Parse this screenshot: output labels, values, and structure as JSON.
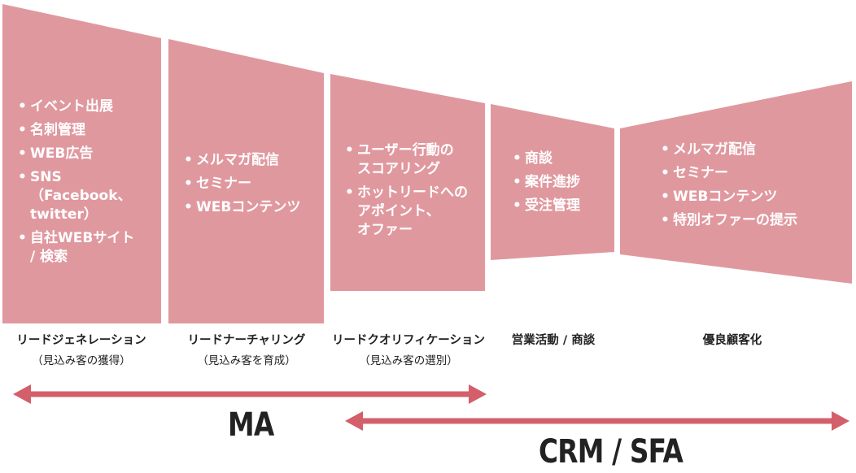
{
  "colors": {
    "funnel": "#e0989f",
    "arrow": "#d35f6a",
    "item_text": "#ffffff",
    "label_text": "#222222"
  },
  "stages": [
    {
      "label": "リードジェネレーション",
      "sub": "（見込み客の獲得）",
      "items": [
        "イベント出展",
        "名刺管理",
        "WEB広告",
        "SNS\n（Facebook、\ntwitter）",
        "自社WEBサイト\n/ 検索"
      ]
    },
    {
      "label": "リードナーチャリング",
      "sub": "（見込み客を育成）",
      "items": [
        "メルマガ配信",
        "セミナー",
        "WEBコンテンツ"
      ]
    },
    {
      "label": "リードクオリフィケーション",
      "sub": "（見込み客の選別）",
      "items": [
        "ユーザー行動の\nスコアリング",
        "ホットリードへの\nアポイント、\nオファー"
      ]
    },
    {
      "label": "営業活動 / 商談",
      "sub": "",
      "items": [
        "商談",
        "案件進捗",
        "受注管理"
      ]
    },
    {
      "label": "優良顧客化",
      "sub": "",
      "items": [
        "メルマガ配信",
        "セミナー",
        "WEBコンテンツ",
        "特別オファーの提示"
      ]
    }
  ],
  "ranges": [
    {
      "label": "MA"
    },
    {
      "label": "CRM / SFA"
    }
  ],
  "bullet": "•"
}
